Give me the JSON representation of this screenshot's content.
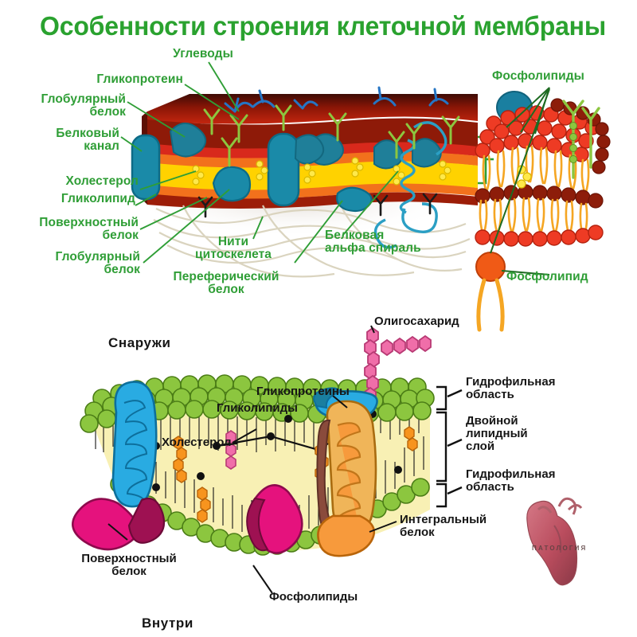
{
  "title": "Особенности строения клеточной мембраны",
  "colors": {
    "title_green": "#2aa22f",
    "label_green": "#2f9e36",
    "label_black": "#161616",
    "membrane_dark_red": "#7d1408",
    "membrane_red": "#d8291c",
    "membrane_orange": "#f26b20",
    "membrane_yellow": "#ffd400",
    "protein_teal": "#1a8aa8",
    "head_green": "#8cc63f",
    "tail_yellow": "#f7efb2",
    "protein_magenta": "#e5127d",
    "protein_orange": "#f79a3c",
    "protein_cyan": "#29abe2",
    "sugar_pink": "#f06ea9",
    "sugar_orange": "#f7941e",
    "phospho_head_red": "#ee3b24"
  },
  "top_diagram": {
    "labels": [
      {
        "id": "uglevody",
        "text": "Углеводы"
      },
      {
        "id": "glikoprotein",
        "text": "Гликопротеин"
      },
      {
        "id": "globular-1",
        "text": "Глобулярный\nбелок"
      },
      {
        "id": "belkovy-kanal",
        "text": "Белковый\nканал"
      },
      {
        "id": "holesterol",
        "text": "Холестерол"
      },
      {
        "id": "glikolipid",
        "text": "Гликолипид"
      },
      {
        "id": "poverhnostny",
        "text": "Поверхностный\nбелок"
      },
      {
        "id": "globular-2",
        "text": "Глобулярный\nбелок"
      },
      {
        "id": "niti",
        "text": "Нити\nцитоскелета"
      },
      {
        "id": "perefericheskiy",
        "text": "Переферический\nбелок"
      },
      {
        "id": "alfa-spiral",
        "text": "Белковая\nальфа спираль"
      },
      {
        "id": "fosfolipidy-top",
        "text": "Фосфолипиды"
      },
      {
        "id": "fosfolipid-top",
        "text": "Фосфолипид"
      }
    ]
  },
  "bottom_diagram": {
    "labels": [
      {
        "id": "snaruzhi",
        "text": "Снаружи"
      },
      {
        "id": "vnutri",
        "text": "Внутри"
      },
      {
        "id": "oligosaharid",
        "text": "Олигосахарид"
      },
      {
        "id": "glikoproteiny",
        "text": "Гликопротеины"
      },
      {
        "id": "glikolipidy",
        "text": "Гликолипиды"
      },
      {
        "id": "holesterol-b",
        "text": "Холестерол"
      },
      {
        "id": "gidrofilnaya-1",
        "text": "Гидрофильная\nобласть"
      },
      {
        "id": "dvoynoy-sloy",
        "text": "Двойной\nлипидный\nслой"
      },
      {
        "id": "gidrofilnaya-2",
        "text": "Гидрофильная\nобласть"
      },
      {
        "id": "integralny",
        "text": "Интегральный\nбелок"
      },
      {
        "id": "poverhnostny-b",
        "text": "Поверхностный\nбелок"
      },
      {
        "id": "fosfolipidy-b",
        "text": "Фосфолипиды"
      }
    ]
  },
  "watermark": {
    "text": "ПАТОЛОГИЯ",
    "icon": "heart-icon"
  }
}
